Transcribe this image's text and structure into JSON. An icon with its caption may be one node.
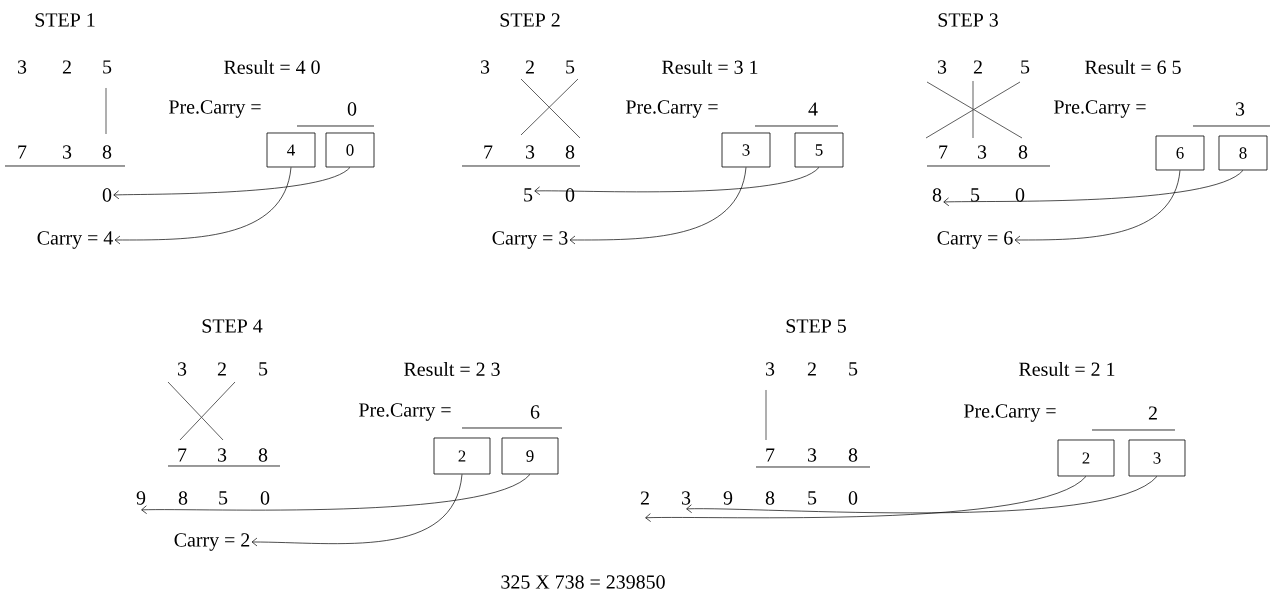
{
  "diagram": {
    "caption": "325 X 738 = 239850",
    "nodes": [
      {
        "text": [
          "4"
        ]
      },
      {
        "text": [
          "0"
        ]
      },
      {
        "text": [
          "0"
        ]
      },
      {
        "text": [
          "Carry = 4"
        ]
      },
      {
        "text": [
          "3"
        ]
      },
      {
        "text": [
          "5"
        ]
      },
      {
        "text": [
          "5"
        ]
      },
      {
        "text": [
          "Carry = 3"
        ]
      },
      {
        "text": [
          "6"
        ]
      },
      {
        "text": [
          "8"
        ]
      },
      {
        "text": [
          "8"
        ]
      },
      {
        "text": [
          "Carry = 6"
        ]
      },
      {
        "text": [
          "2"
        ]
      },
      {
        "text": [
          "9"
        ]
      },
      {
        "text": [
          "9"
        ]
      },
      {
        "text": [
          "Carry = 2"
        ]
      },
      {
        "text": [
          "2"
        ]
      },
      {
        "text": [
          "3"
        ]
      },
      {
        "text": [
          "2"
        ]
      },
      {
        "text": [
          "3"
        ]
      }
    ],
    "edges": [
      {
        "from": 0,
        "to": 3,
        "arrow": "to"
      },
      {
        "from": 1,
        "to": 2,
        "arrow": "to"
      },
      {
        "from": 4,
        "to": 7,
        "arrow": "to"
      },
      {
        "from": 5,
        "to": 6,
        "arrow": "to"
      },
      {
        "from": 8,
        "to": 11,
        "arrow": "to"
      },
      {
        "from": 9,
        "to": 10,
        "arrow": "to"
      },
      {
        "from": 12,
        "to": 15,
        "arrow": "to"
      },
      {
        "from": 13,
        "to": 14,
        "arrow": "to"
      },
      {
        "from": 16,
        "to": 18,
        "arrow": "to"
      },
      {
        "from": 17,
        "to": 19,
        "arrow": "to"
      }
    ],
    "labels": [
      "STEP 1",
      "3",
      "2",
      "5",
      "Result = 4 0",
      "Pre.Carry =",
      "0",
      "7",
      "3",
      "8",
      "STEP 2",
      "3",
      "2",
      "5",
      "Result = 3 1",
      "Pre.Carry =",
      "4",
      "7",
      "3",
      "8",
      "0",
      "STEP 3",
      "3",
      "2",
      "5",
      "Result = 6 5",
      "Pre.Carry =",
      "3",
      "7",
      "3",
      "8",
      "5",
      "0",
      "STEP 4",
      "3",
      "2",
      "5",
      "Result = 2 3",
      "Pre.Carry =",
      "6",
      "7",
      "3",
      "8",
      "8",
      "5",
      "0",
      "STEP 5",
      "3",
      "2",
      "5",
      "Result = 2 1",
      "Pre.Carry =",
      "2",
      "7",
      "3",
      "8",
      "9",
      "8",
      "5",
      "0"
    ]
  }
}
